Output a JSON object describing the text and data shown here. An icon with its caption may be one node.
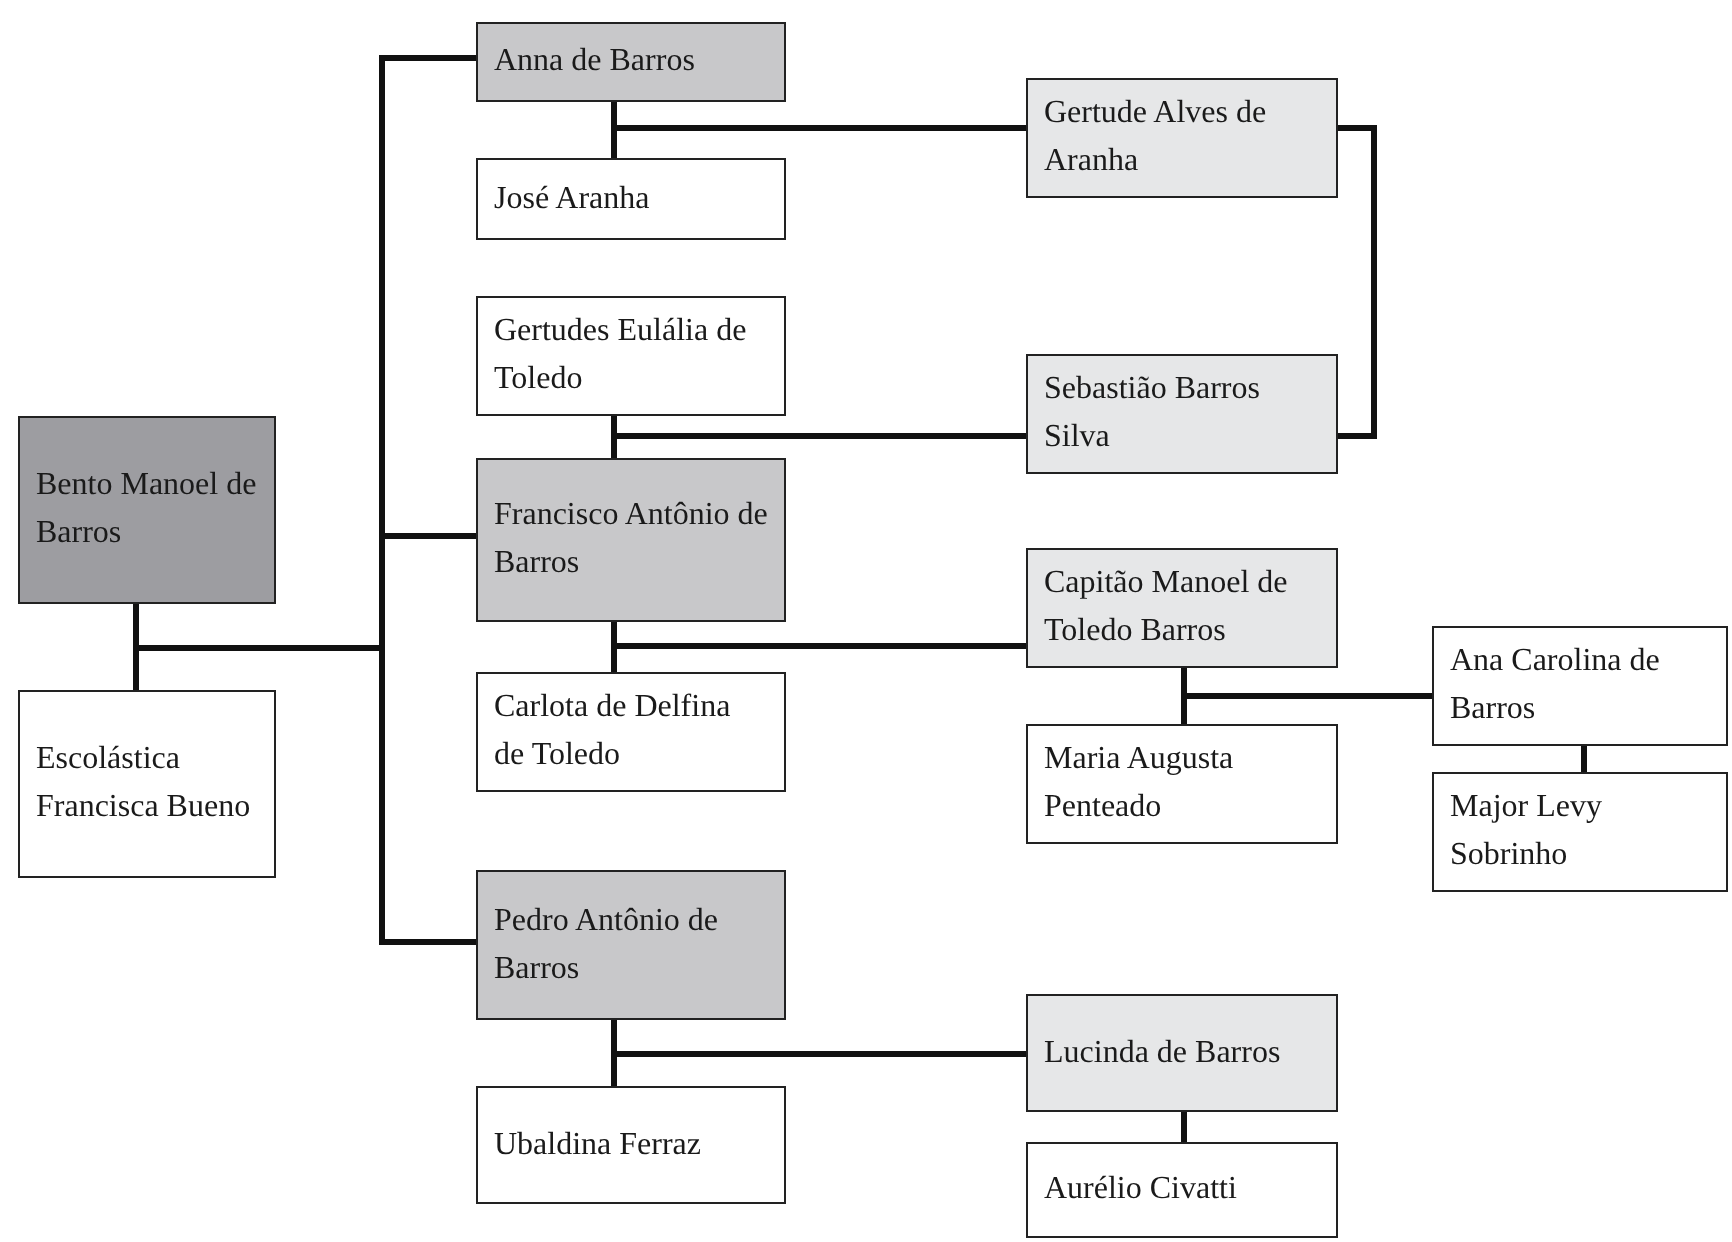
{
  "diagram": {
    "nodes": [
      {
        "text": [
          "Bento Manoel de Barros"
        ]
      },
      {
        "text": [
          "Escolástica Francisca Bueno"
        ]
      },
      {
        "text": [
          "Anna de Barros"
        ]
      },
      {
        "text": [
          "José Aranha"
        ]
      },
      {
        "text": [
          "Gertudes Eulália de Toledo"
        ]
      },
      {
        "text": [
          "Francisco Antônio de Barros"
        ]
      },
      {
        "text": [
          "Carlota de Delfina de Toledo"
        ]
      },
      {
        "text": [
          "Pedro Antônio de Barros"
        ]
      },
      {
        "text": [
          "Ubaldina Ferraz"
        ]
      },
      {
        "text": [
          "Gertude Alves de Aranha"
        ]
      },
      {
        "text": [
          "Sebastião Barros Silva"
        ]
      },
      {
        "text": [
          "Capitão Manoel de Toledo Barros"
        ]
      },
      {
        "text": [
          "Maria Augusta Penteado"
        ]
      },
      {
        "text": [
          "Lucinda de Barros"
        ]
      },
      {
        "text": [
          "Aurélio Civatti"
        ]
      },
      {
        "text": [
          "Ana Carolina de Barros"
        ]
      },
      {
        "text": [
          "Major Levy Sobrinho"
        ]
      }
    ],
    "edges": [
      {
        "from": 0,
        "to": 1,
        "arrow": "none"
      },
      {
        "from": 0,
        "to": 2,
        "arrow": "none"
      },
      {
        "from": 0,
        "to": 5,
        "arrow": "none"
      },
      {
        "from": 0,
        "to": 7,
        "arrow": "none"
      },
      {
        "from": 2,
        "to": 3,
        "arrow": "none"
      },
      {
        "from": 2,
        "to": 9,
        "arrow": "none"
      },
      {
        "from": 4,
        "to": 5,
        "arrow": "none"
      },
      {
        "from": 5,
        "to": 10,
        "arrow": "none"
      },
      {
        "from": 9,
        "to": 10,
        "arrow": "none"
      },
      {
        "from": 5,
        "to": 6,
        "arrow": "none"
      },
      {
        "from": 5,
        "to": 11,
        "arrow": "none"
      },
      {
        "from": 11,
        "to": 12,
        "arrow": "none"
      },
      {
        "from": 11,
        "to": 15,
        "arrow": "none"
      },
      {
        "from": 15,
        "to": 16,
        "arrow": "none"
      },
      {
        "from": 7,
        "to": 8,
        "arrow": "none"
      },
      {
        "from": 7,
        "to": 13,
        "arrow": "none"
      },
      {
        "from": 13,
        "to": 14,
        "arrow": "none"
      }
    ]
  }
}
